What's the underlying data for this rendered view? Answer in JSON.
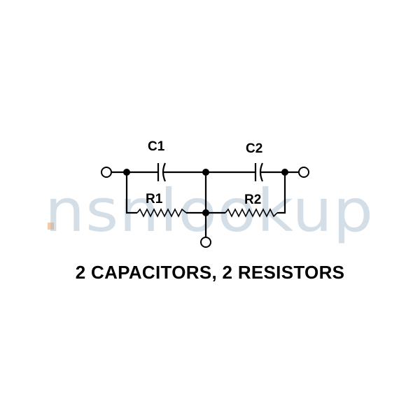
{
  "watermark": {
    "text": "nsnlookup",
    "color": "#9fb8cc",
    "accent": "#f0a868"
  },
  "labels": {
    "c1": "C1",
    "c2": "C2",
    "r1": "R1",
    "r2": "R2"
  },
  "caption": "2 CAPACITORS, 2 RESISTORS"
}
